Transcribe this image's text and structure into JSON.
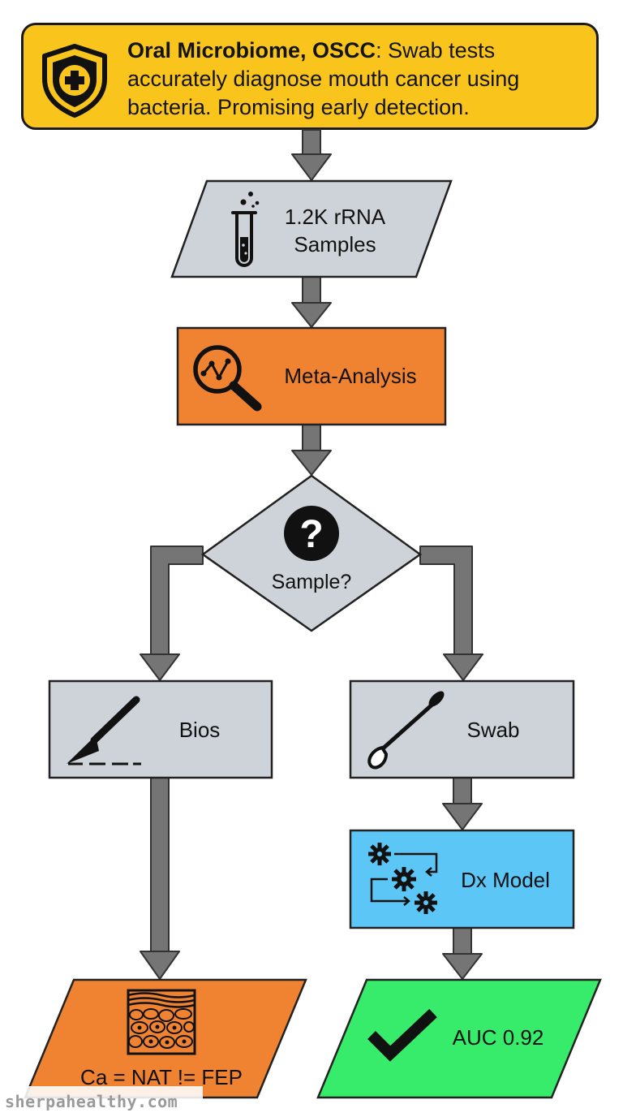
{
  "banner": {
    "title": "Oral Microbiome, OSCC",
    "text": ": Swab tests accurately diagnose mouth cancer using bacteria. Promising early detection.",
    "background": "#f9c51c"
  },
  "nodes": {
    "samples": {
      "line1": "1.2K rRNA",
      "line2": "Samples",
      "icon": "test-tube-icon"
    },
    "meta": {
      "label": "Meta-Analysis",
      "icon": "magnifier-network-icon"
    },
    "decision": {
      "label": "Sample?",
      "icon": "question-icon"
    },
    "bios": {
      "label": "Bios",
      "icon": "scalpel-icon"
    },
    "swab": {
      "label": "Swab",
      "icon": "swab-icon"
    },
    "dx": {
      "label": "Dx Model",
      "icon": "gears-icon"
    },
    "result_left": {
      "label": "Ca = NAT != FEP",
      "icon": "tissue-cells-icon"
    },
    "result_right": {
      "label": "AUC 0.92",
      "icon": "checkmark-icon"
    }
  },
  "colors": {
    "yellow": "#f9c51c",
    "gray": "#cdd3d8",
    "orange": "#ef8332",
    "blue": "#5cc6f7",
    "green": "#36ec6a",
    "arrow": "#757575"
  },
  "watermark": "sherpahealthy.com"
}
